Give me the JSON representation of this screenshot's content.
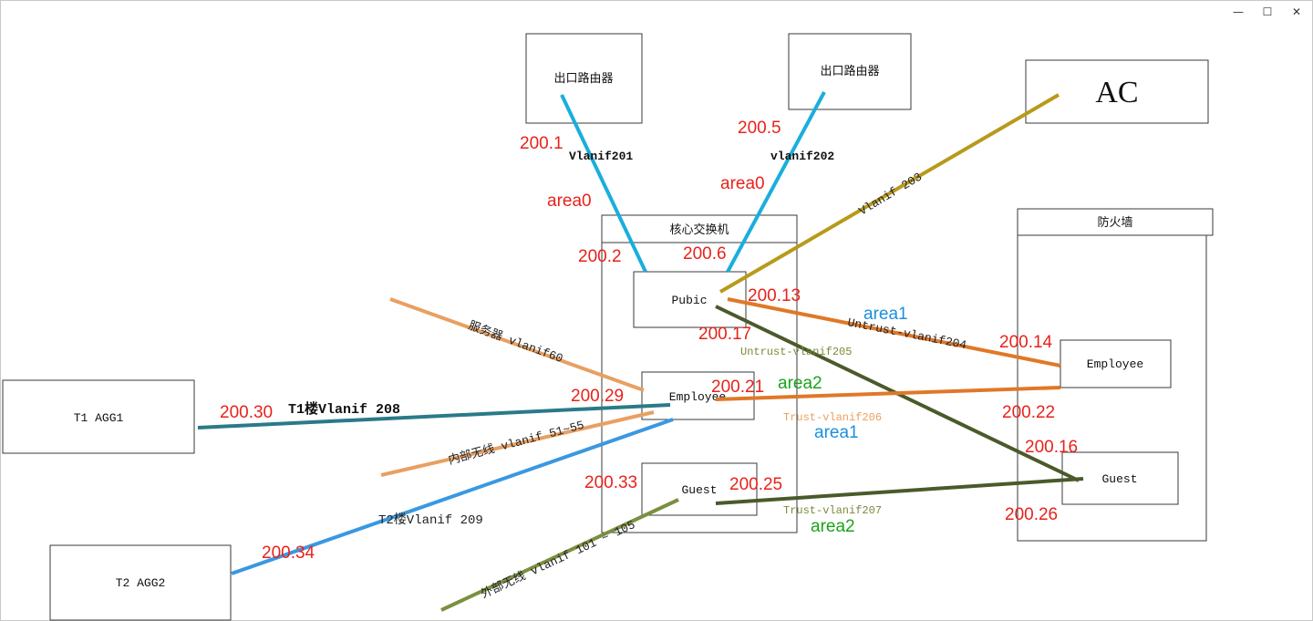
{
  "window": {
    "minimize_icon": "minimize-icon",
    "maximize_icon": "maximize-icon",
    "close_icon": "close-icon",
    "minimize_glyph": "—",
    "maximize_glyph": "☐",
    "close_glyph": "✕"
  },
  "nodes": {
    "router1": "出口路由器",
    "router2": "出口路由器",
    "ac": "AC",
    "core_title": "核心交换机",
    "core_pubic": "Pubic",
    "core_employee": "Employee",
    "core_guest": "Guest",
    "fw_title": "防火墙",
    "fw_employee": "Employee",
    "fw_guest": "Guest",
    "t1": "T1 AGG1",
    "t2": "T2 AGG2"
  },
  "links": {
    "vlanif201": "Vlanif201",
    "vlanif202": "vlanif202",
    "vlanif203": "Vlanif 203",
    "untrust204": "Untrust-vlanif204",
    "untrust205": "Untrust-vlanif205",
    "trust206": "Trust-vlanif206",
    "trust207": "Trust-vlanif207",
    "server60": "服务器 vlanif60",
    "t1_208": "T1楼Vlanif 208",
    "t2_209": "T2楼Vlanif 209",
    "inner_wifi": "内部无线 vlanif 51~55",
    "outer_wifi": "外部无线 vlanif 101 ~ 105"
  },
  "ips": {
    "ip_200_1": "200.1",
    "ip_200_2": "200.2",
    "ip_200_5": "200.5",
    "ip_200_6": "200.6",
    "ip_200_13": "200.13",
    "ip_200_14": "200.14",
    "ip_200_16": "200.16",
    "ip_200_17": "200.17",
    "ip_200_21": "200.21",
    "ip_200_22": "200.22",
    "ip_200_25": "200.25",
    "ip_200_26": "200.26",
    "ip_200_29": "200.29",
    "ip_200_30": "200.30",
    "ip_200_33": "200.33",
    "ip_200_34": "200.34"
  },
  "areas": {
    "area0_left": "area0",
    "area0_right": "area0",
    "area1_top": "area1",
    "area1_bottom": "area1",
    "area2_top": "area2",
    "area2_bottom": "area2"
  },
  "colors": {
    "cyan": "#1aaedc",
    "gold": "#b89a1a",
    "orange": "#e07828",
    "olive_dark": "#4a5a2a",
    "teal": "#2a7a88",
    "blue": "#3a98e0",
    "peach": "#e8a062",
    "olive_light": "#7a9040",
    "ip_red": "#e8221b",
    "area_blue": "#1a8fe0",
    "area_green": "#1aa31a"
  }
}
